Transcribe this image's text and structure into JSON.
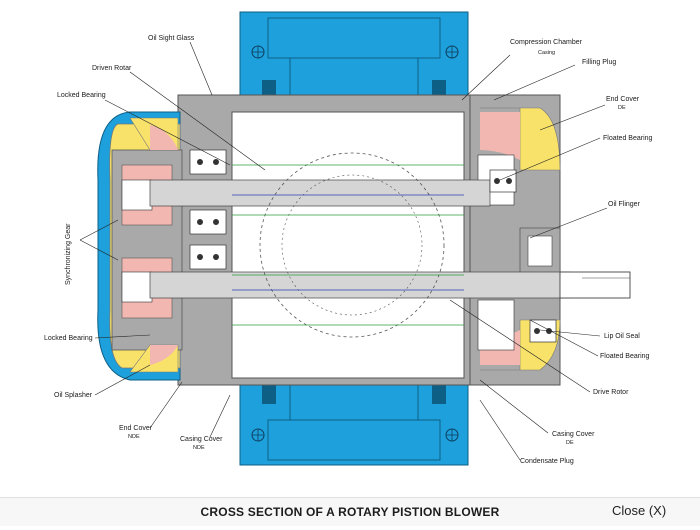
{
  "title": "CROSS SECTION OF A ROTARY PISTION BLOWER",
  "close_label": "Close (X)",
  "labels": {
    "oil_sight_glass": "Oil Sight Glass",
    "driven_rotor": "Driven Rotar",
    "locked_bearing_top": "Locked Bearing",
    "compression_chamber": "Compression Chamber",
    "compression_chamber_sub": "Casing",
    "filling_plug": "Filling Plug",
    "end_cover_de": "End Cover",
    "end_cover_de_sub": "DE",
    "floated_bearing_top": "Floated Bearing",
    "oil_flinger": "Oil Flinger",
    "synchronizing_gear": "Synchronizing Gear",
    "locked_bearing_bottom": "Locked Bearing",
    "lip_oil_seal": "Lip Oil Seal",
    "floated_bearing_bottom": "Floated Bearing",
    "drive_rotor": "Drive Rotor",
    "oil_splasher": "Oil Splasher",
    "end_cover_nde": "End Cover",
    "end_cover_nde_sub": "NDE",
    "casing_cover_nde": "Casing Cover",
    "casing_cover_nde_sub": "NDE",
    "casing_cover_de": "Casing Cover",
    "casing_cover_de_sub": "DE",
    "condensate_plug": "Condensate Plug"
  },
  "colors": {
    "blue": "#1ea0dc",
    "gray": "#a9a9a9",
    "dark_gray": "#6e6e6e",
    "yellow": "#f8e26a",
    "pink": "#f2b7b0",
    "white": "#ffffff"
  }
}
